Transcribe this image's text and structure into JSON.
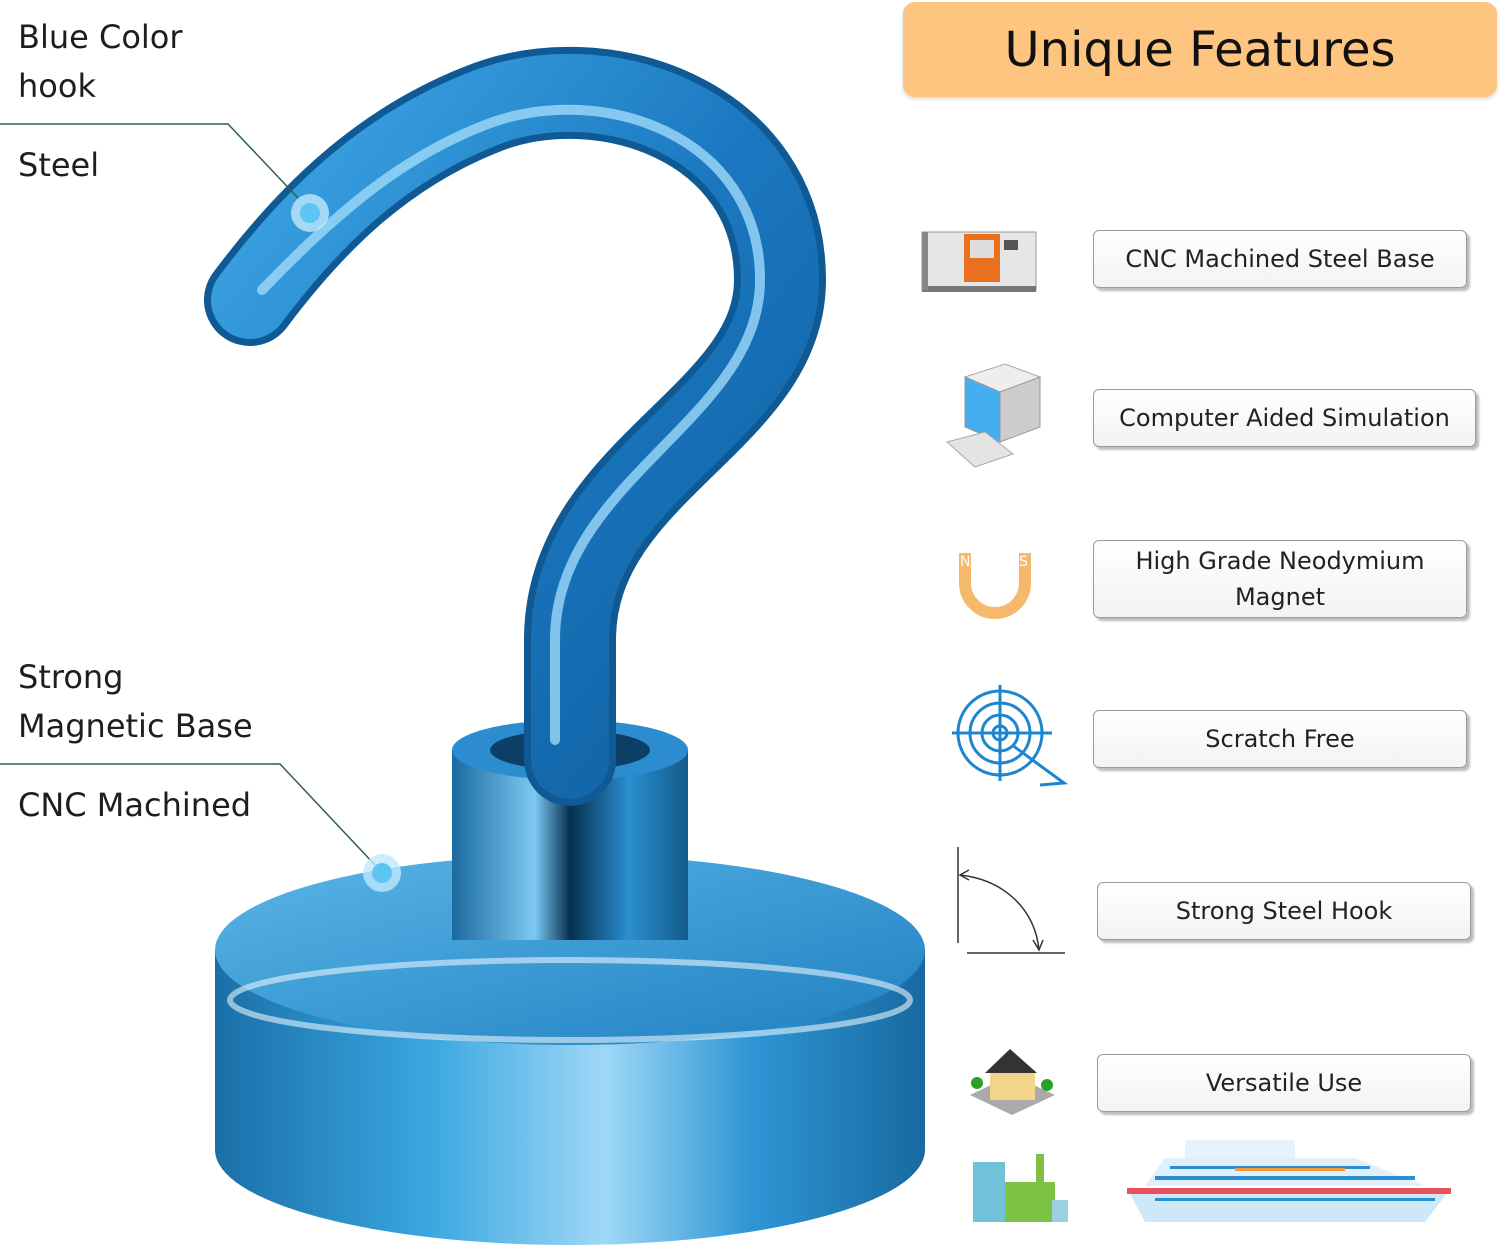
{
  "callouts": {
    "hook_title": [
      "Blue Color",
      "hook"
    ],
    "hook_material": "Steel",
    "base_title": [
      "Strong",
      "Magnetic Base"
    ],
    "base_process": "CNC Machined"
  },
  "banner": {
    "title": "Unique Features",
    "color": "#fdc57f"
  },
  "features": [
    {
      "label": "CNC Machined Steel Base",
      "icon": "cnc-machine-icon"
    },
    {
      "label": "Computer Aided Simulation",
      "icon": "computer-icon"
    },
    {
      "label": "High Grade Neodymium Magnet",
      "icon": "horseshoe-magnet-icon"
    },
    {
      "label": "Scratch Free",
      "icon": "target-icon"
    },
    {
      "label": "Strong Steel Hook",
      "icon": "angle-arrow-icon"
    },
    {
      "label": "Versatile Use",
      "icon": "house-icon"
    }
  ],
  "magnet_letters": {
    "n": "N",
    "s": "S"
  },
  "accent_blue": "#2a8fd0"
}
